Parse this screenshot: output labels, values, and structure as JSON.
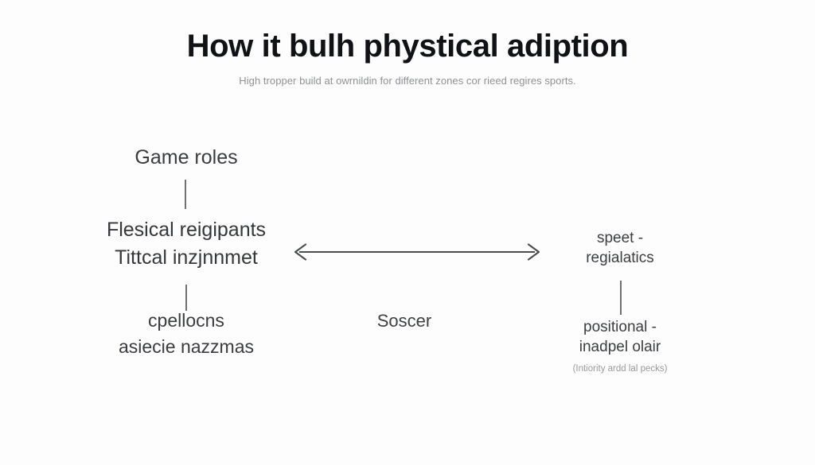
{
  "header": {
    "title": "How it bulh phystical adiption",
    "subtitle": "High tropper build at owrnildin for different zones cor rieed regires sports."
  },
  "diagram": {
    "type": "concept-map",
    "left_column": {
      "name": "left-branch",
      "nodes": [
        {
          "id": "game-roles",
          "label": "Game roles",
          "level": 1
        },
        {
          "id": "flesical-reigipants",
          "label": "Flesical reigipants",
          "level": 2
        },
        {
          "id": "tittcal-inzjnnmet",
          "label": "Tittcal inzjnnmet",
          "level": 2
        },
        {
          "id": "cpellocns",
          "label": "cpellocns",
          "level": 3
        },
        {
          "id": "asiecie-nazzmas",
          "label": "asiecie nazzmas",
          "level": 3
        }
      ]
    },
    "right_column": {
      "name": "right-branch",
      "nodes": [
        {
          "id": "speet-regialatics",
          "label_line_1": "speet -",
          "label_line_2": "regialatics",
          "level": 1
        },
        {
          "id": "positional-inadpel-olair",
          "label_line_1": "positional -",
          "label_line_2": "inadpel olair",
          "level": 2
        }
      ],
      "note": "(Intiority ardd lal pecks)"
    },
    "center": {
      "label": "Soscer",
      "connector": {
        "name": "bidirectional-arrow",
        "direction": "both"
      }
    },
    "connectors": [
      {
        "id": "connector-left-top",
        "orientation": "vertical"
      },
      {
        "id": "connector-left-bottom",
        "orientation": "vertical"
      },
      {
        "id": "connector-right",
        "orientation": "vertical"
      }
    ]
  },
  "colors": {
    "background": "#fdfdfd",
    "title": "#111215",
    "subtitle": "#8f9195",
    "node_text": "#35373b",
    "connector": "#6d7074",
    "arrow": "#4a4c50",
    "note_text": "#97999d"
  }
}
